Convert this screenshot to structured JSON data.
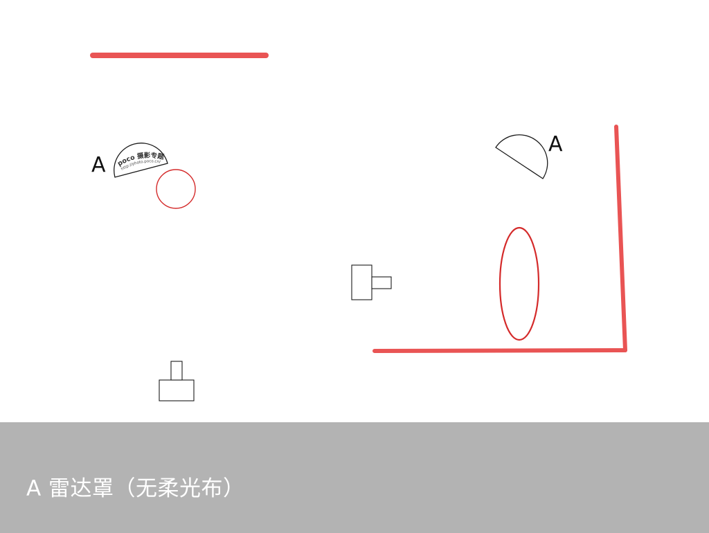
{
  "diagram": {
    "light_label_left": "A",
    "light_label_right": "A",
    "watermark_brand": "poco 摄影专题",
    "watermark_url": "http://photo.poco.cn/",
    "colors": {
      "wall": "#e95454",
      "subject": "#d42a2a",
      "outline": "#1a1a1a"
    }
  },
  "caption": {
    "text": "A 雷达罩（无柔光布）"
  }
}
